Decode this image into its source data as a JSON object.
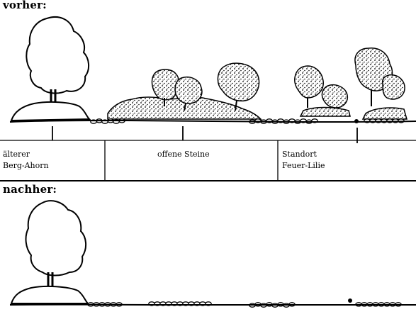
{
  "panels": {
    "before": {
      "heading": "vorher:"
    },
    "after": {
      "heading": "nachher:"
    }
  },
  "annotations": [
    {
      "lines": [
        "älterer",
        "Berg-Ahorn"
      ]
    },
    {
      "lines": [
        "offene Steine"
      ]
    },
    {
      "lines": [
        "Standort",
        "Feuer-Lilie"
      ]
    }
  ]
}
